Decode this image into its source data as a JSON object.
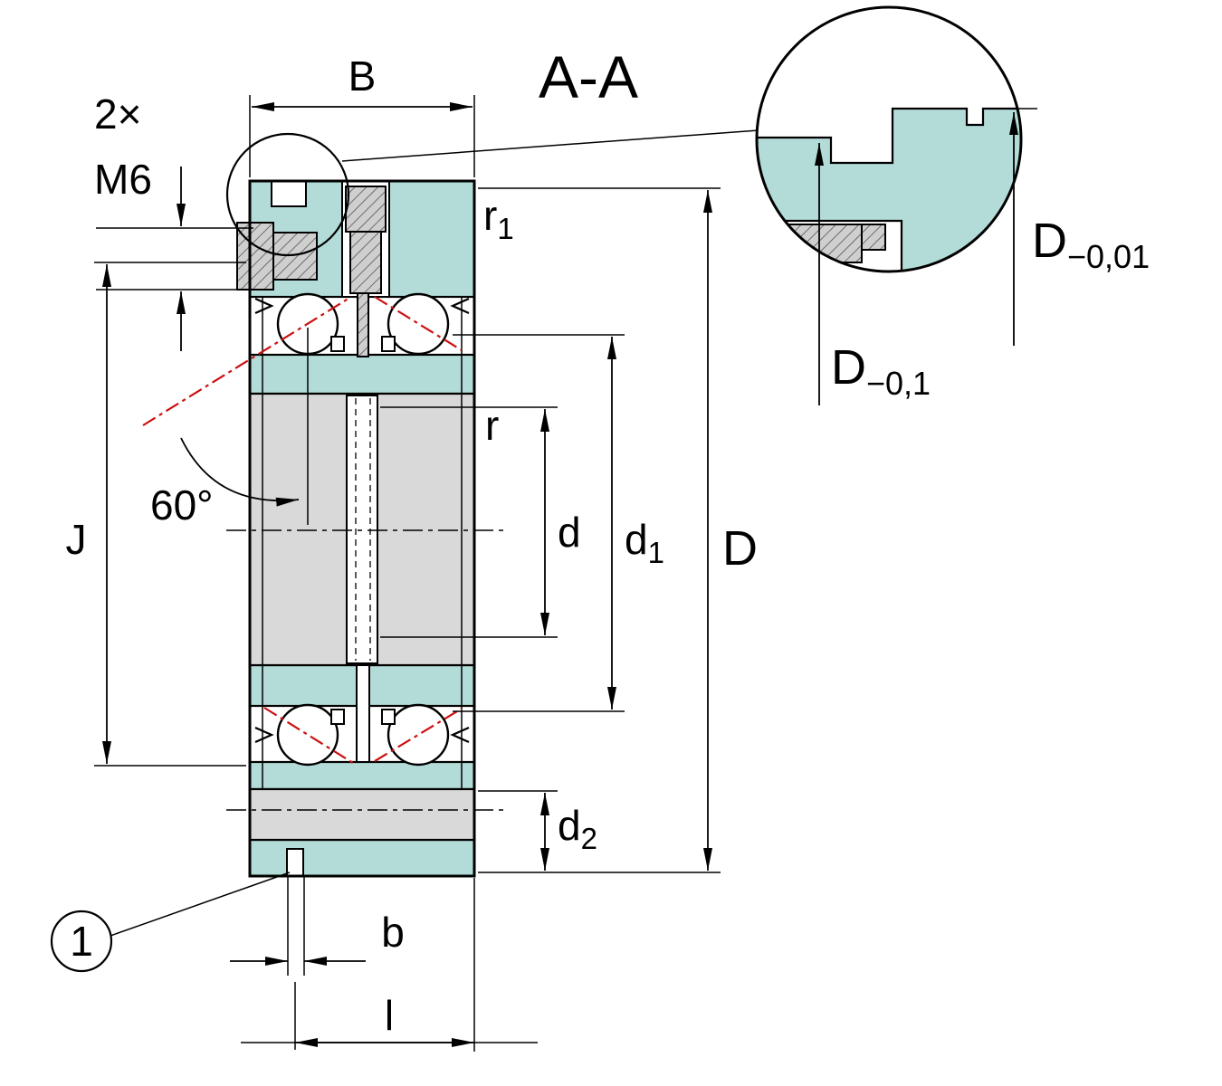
{
  "labels": {
    "section": "A-A",
    "width_B": "B",
    "screw_count": "2×",
    "screw_thread": "M6",
    "radius_r1": {
      "base": "r",
      "sub": "1"
    },
    "radius_r": "r",
    "contact_angle": "60°",
    "bolt_circle_J": "J",
    "bore_d": "d",
    "dia_d1": {
      "base": "d",
      "sub": "1"
    },
    "outer_D": "D",
    "dia_d2": {
      "base": "d",
      "sub": "2"
    },
    "slot_b": "b",
    "groove_l": "l",
    "tol_D_001": {
      "base": "D",
      "sub": "−0,01"
    },
    "tol_D_01": {
      "base": "D",
      "sub": "−0,1"
    },
    "callout_1": "1"
  },
  "colors": {
    "ring_teal": "#b3dcd8",
    "steel_gray": "#d9d9d9",
    "screw_gray": "#cfcfcf",
    "contact_line_red": "#cc1111",
    "outline_black": "#000000",
    "background": "#ffffff"
  }
}
